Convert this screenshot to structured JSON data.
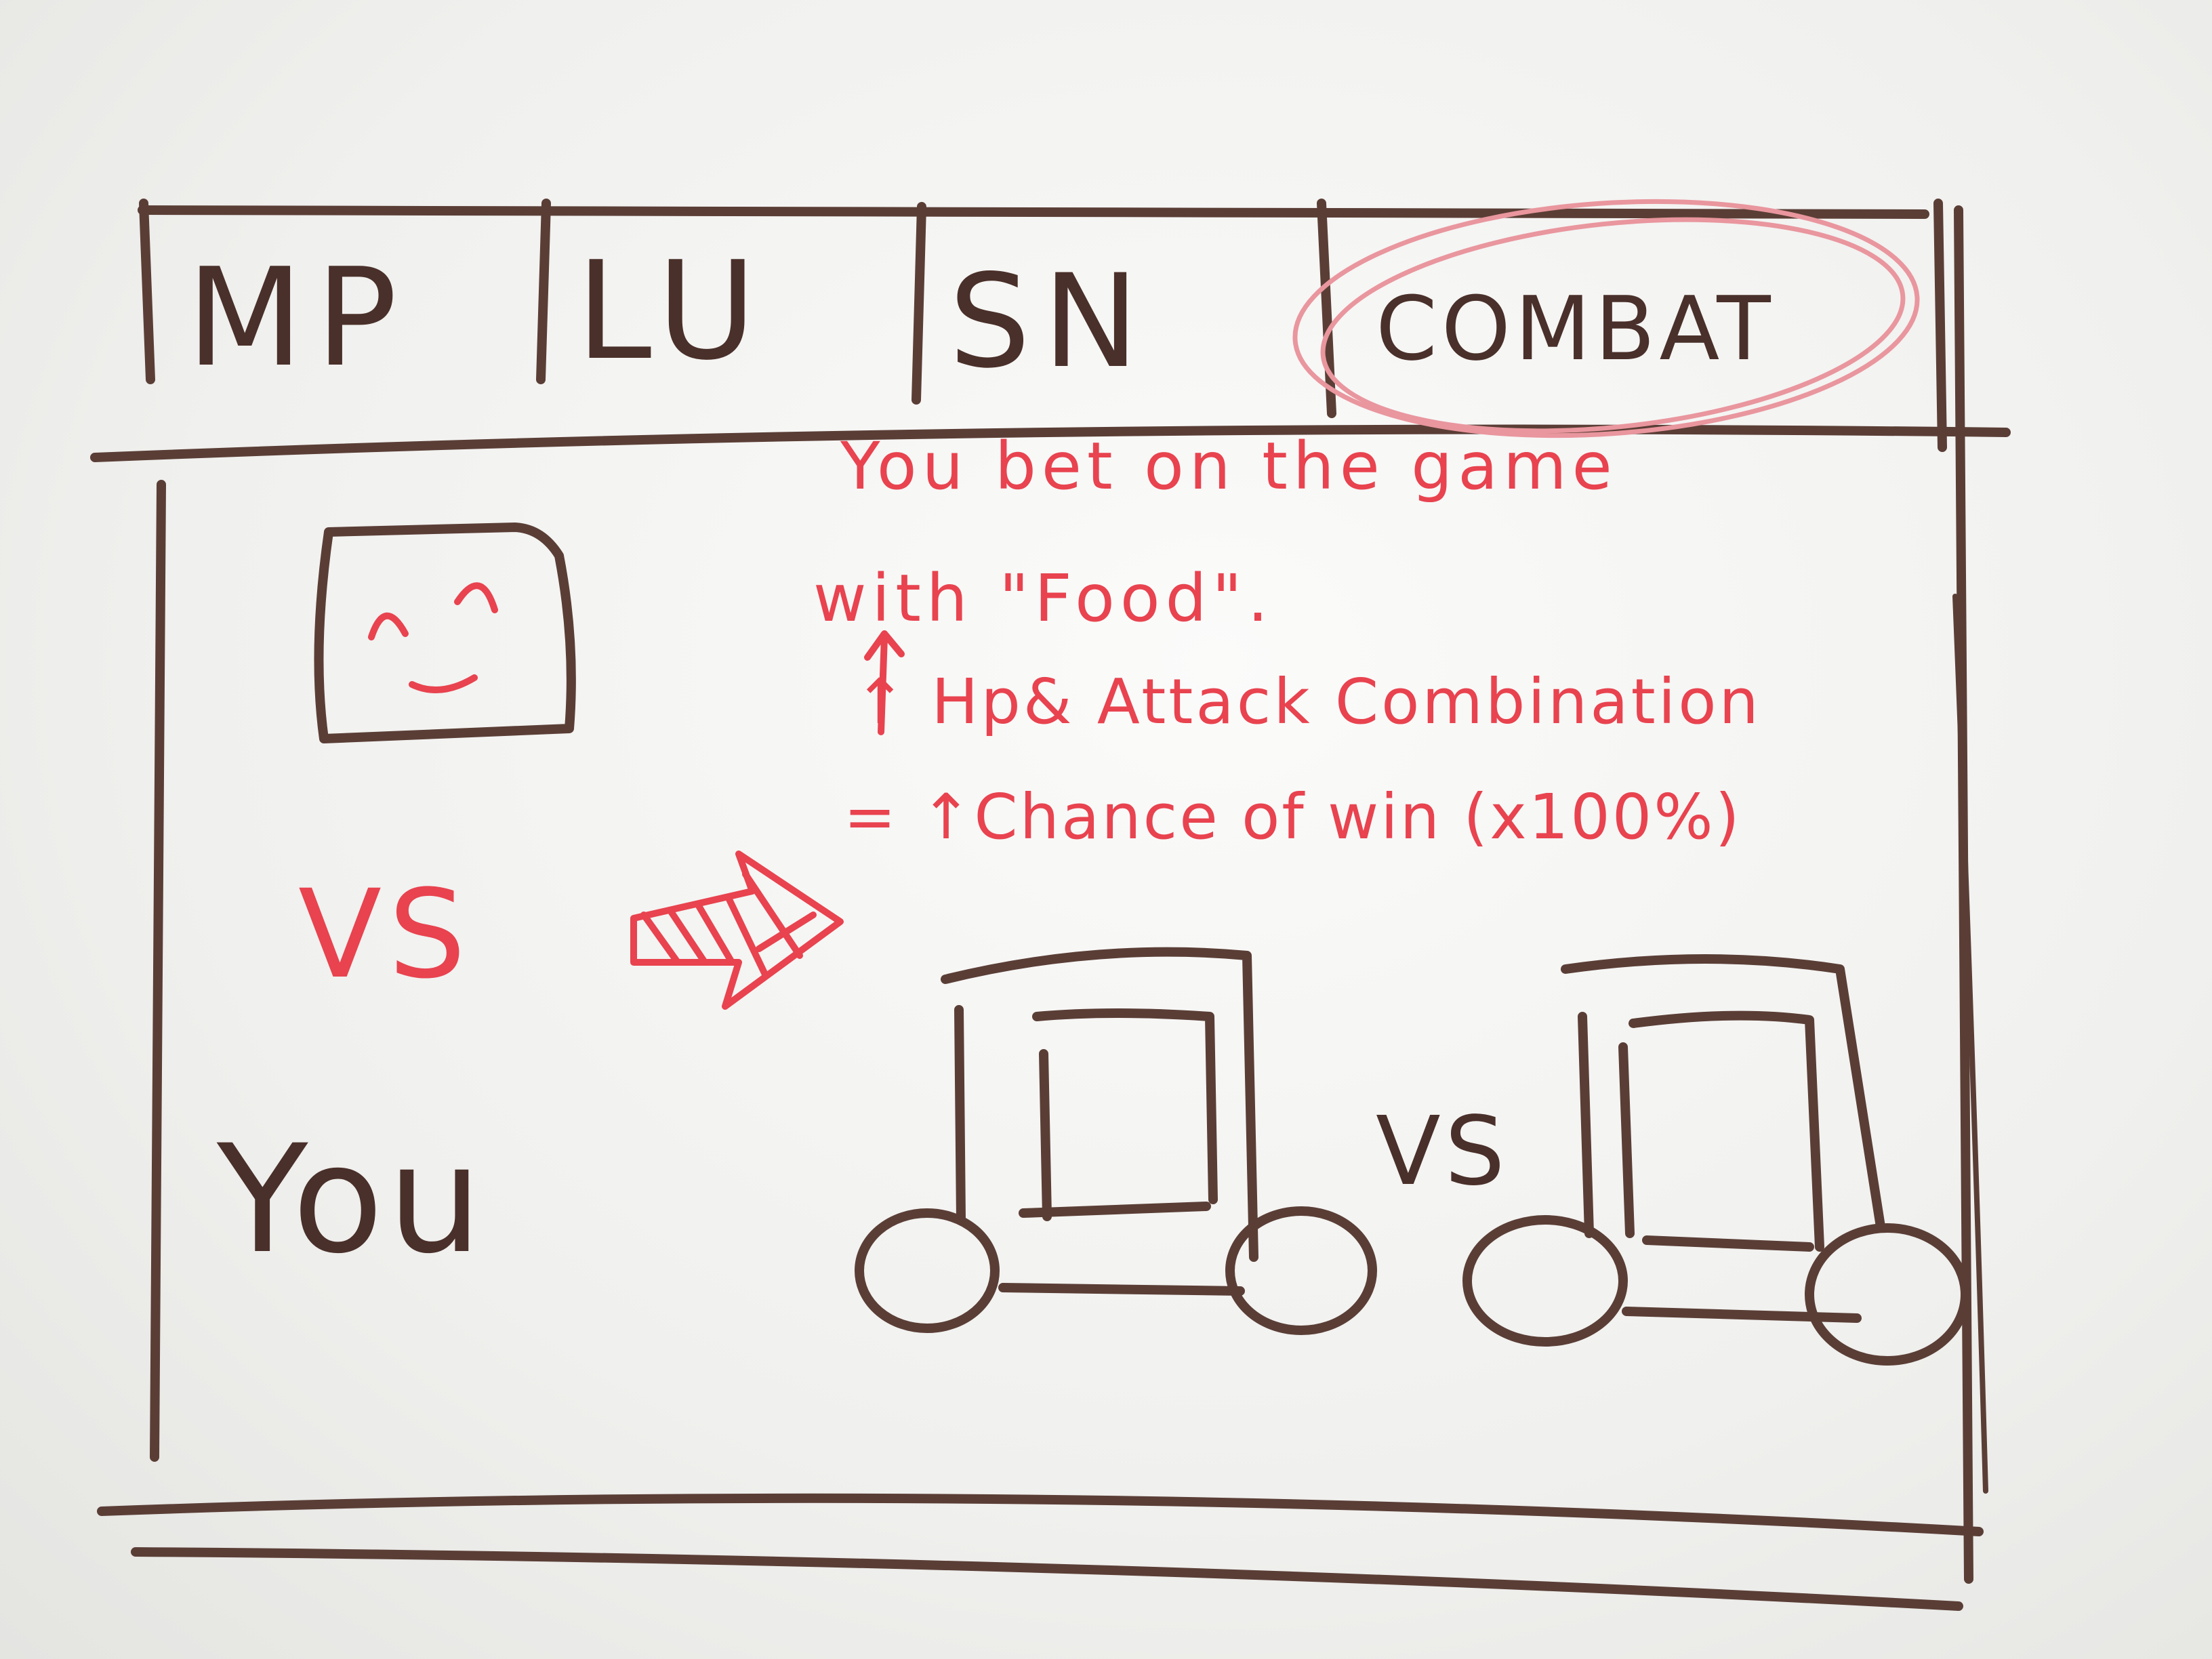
{
  "tabs": [
    {
      "label": "MP"
    },
    {
      "label": "LU"
    },
    {
      "label": "SN"
    },
    {
      "label": "COMBAT"
    }
  ],
  "note": {
    "line1": "You bet on the game",
    "line2": "with \"Food\".",
    "line3": "↑ Hp& Attack Combination",
    "line4": "= ↑Chance of win (x100%)"
  },
  "left_vs": "VS",
  "you_label": "You",
  "robots_vs": "VS",
  "colors": {
    "marker_brown": "#5a3e36",
    "marker_red": "#e8434f",
    "board": "#f4f4f2"
  }
}
